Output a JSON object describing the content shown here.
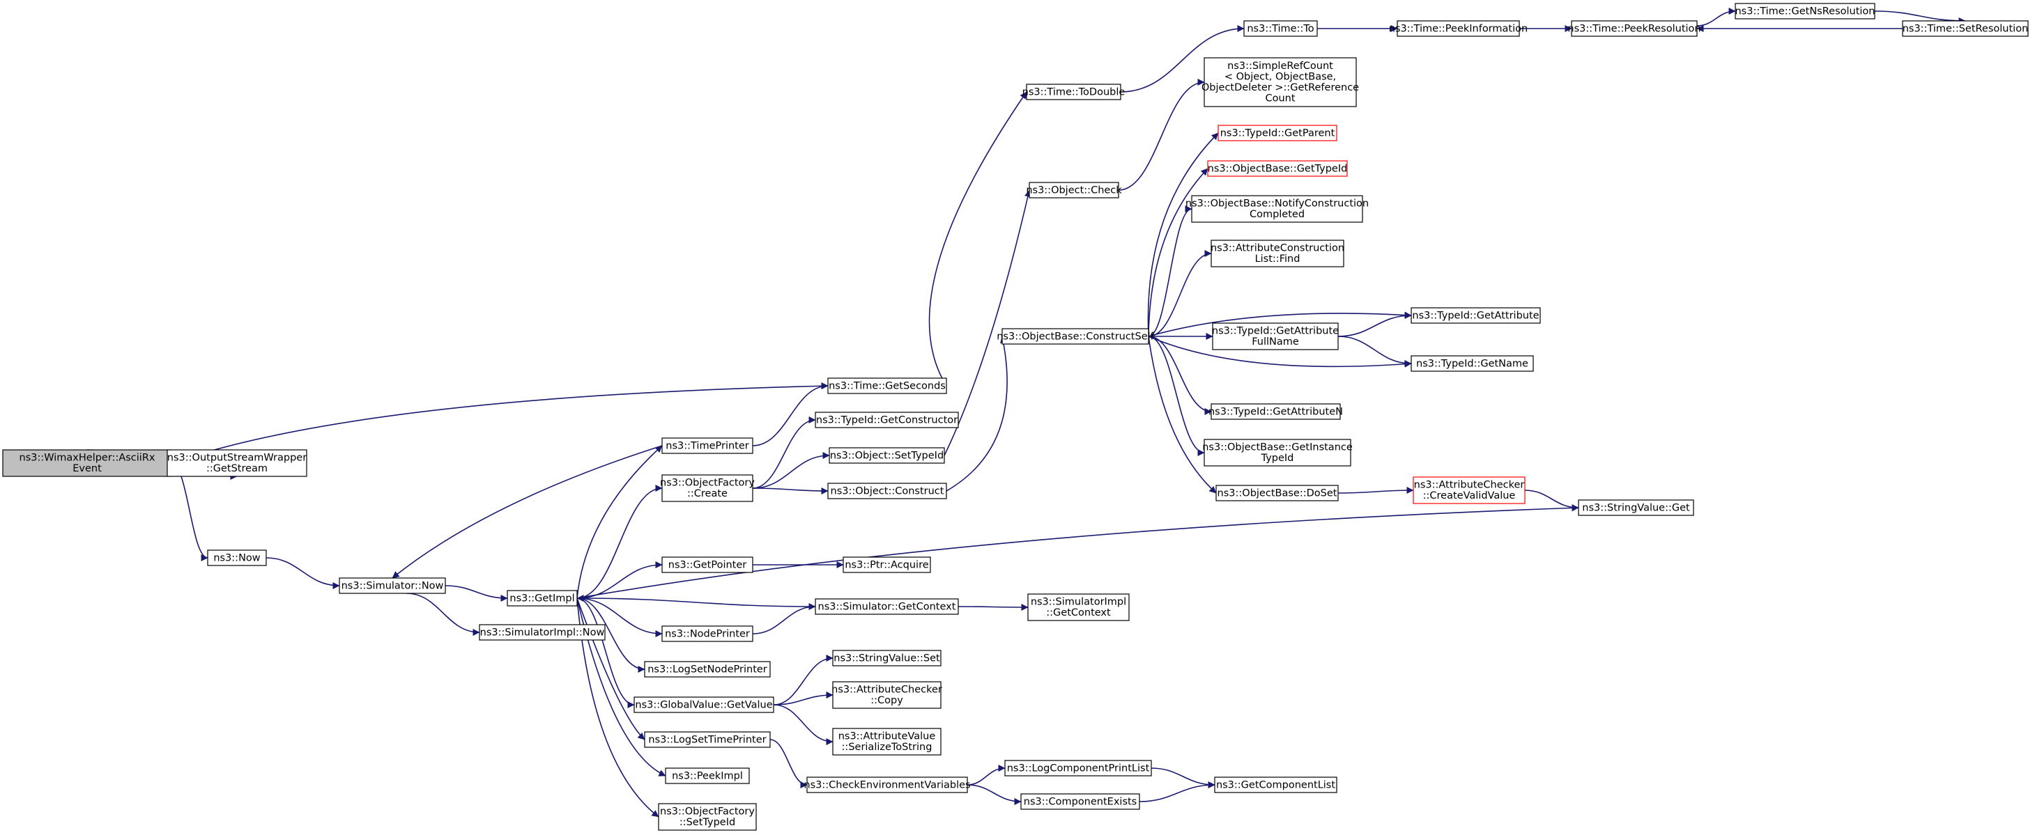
{
  "colors": {
    "edge": "#191970",
    "root_fill": "#bfbfbf",
    "highlight_border": "#ff0000"
  },
  "nodes": [
    {
      "id": "asciirx",
      "lines": [
        "ns3::WimaxHelper::AsciiRx",
        "Event"
      ],
      "root": true
    },
    {
      "id": "getstream",
      "lines": [
        "ns3::OutputStreamWrapper",
        "::GetStream"
      ]
    },
    {
      "id": "now",
      "lines": [
        "ns3::Now"
      ]
    },
    {
      "id": "simnow",
      "lines": [
        "ns3::Simulator::Now"
      ]
    },
    {
      "id": "getimpl",
      "lines": [
        "ns3::GetImpl"
      ]
    },
    {
      "id": "simimplnow",
      "lines": [
        "ns3::SimulatorImpl::Now"
      ]
    },
    {
      "id": "timeprinter",
      "lines": [
        "ns3::TimePrinter"
      ]
    },
    {
      "id": "objfactcreate",
      "lines": [
        "ns3::ObjectFactory",
        "::Create"
      ]
    },
    {
      "id": "getpointer",
      "lines": [
        "ns3::GetPointer"
      ]
    },
    {
      "id": "nodeprinter",
      "lines": [
        "ns3::NodePrinter"
      ]
    },
    {
      "id": "lognodeprinter",
      "lines": [
        "ns3::LogSetNodePrinter"
      ]
    },
    {
      "id": "gvgetvalue",
      "lines": [
        "ns3::GlobalValue::GetValue"
      ]
    },
    {
      "id": "logtimeprinter",
      "lines": [
        "ns3::LogSetTimePrinter"
      ]
    },
    {
      "id": "peekimpl",
      "lines": [
        "ns3::PeekImpl"
      ]
    },
    {
      "id": "objfactsettypeid",
      "lines": [
        "ns3::ObjectFactory",
        "::SetTypeId"
      ]
    },
    {
      "id": "getseconds",
      "lines": [
        "ns3::Time::GetSeconds"
      ]
    },
    {
      "id": "getconstructor",
      "lines": [
        "ns3::TypeId::GetConstructor"
      ]
    },
    {
      "id": "objsettypeid",
      "lines": [
        "ns3::Object::SetTypeId"
      ]
    },
    {
      "id": "objconstruct",
      "lines": [
        "ns3::Object::Construct"
      ]
    },
    {
      "id": "ptracquire",
      "lines": [
        "ns3::Ptr::Acquire"
      ]
    },
    {
      "id": "simgetcontext",
      "lines": [
        "ns3::Simulator::GetContext"
      ]
    },
    {
      "id": "svset",
      "lines": [
        "ns3::StringValue::Set"
      ]
    },
    {
      "id": "accopy",
      "lines": [
        "ns3::AttributeChecker",
        "::Copy"
      ]
    },
    {
      "id": "avserialize",
      "lines": [
        "ns3::AttributeValue",
        "::SerializeToString"
      ]
    },
    {
      "id": "checkenv",
      "lines": [
        "ns3::CheckEnvironmentVariables"
      ]
    },
    {
      "id": "todouble",
      "lines": [
        "ns3::Time::ToDouble"
      ]
    },
    {
      "id": "objcheck",
      "lines": [
        "ns3::Object::Check"
      ]
    },
    {
      "id": "constructself",
      "lines": [
        "ns3::ObjectBase::ConstructSelf"
      ]
    },
    {
      "id": "simimplgetcontext",
      "lines": [
        "ns3::SimulatorImpl",
        "::GetContext"
      ]
    },
    {
      "id": "logcompprint",
      "lines": [
        "ns3::LogComponentPrintList"
      ]
    },
    {
      "id": "compexists",
      "lines": [
        "ns3::ComponentExists"
      ]
    },
    {
      "id": "timeto",
      "lines": [
        "ns3::Time::To"
      ]
    },
    {
      "id": "refcount",
      "lines": [
        "ns3::SimpleRefCount",
        "< Object, ObjectBase,",
        "ObjectDeleter >::GetReference",
        "Count"
      ]
    },
    {
      "id": "getparent",
      "lines": [
        "ns3::TypeId::GetParent"
      ],
      "red": true
    },
    {
      "id": "obgettypeid",
      "lines": [
        "ns3::ObjectBase::GetTypeId"
      ],
      "red": true
    },
    {
      "id": "notifyconstruction",
      "lines": [
        "ns3::ObjectBase::NotifyConstruction",
        "Completed"
      ]
    },
    {
      "id": "aclfind",
      "lines": [
        "ns3::AttributeConstruction",
        "List::Find"
      ]
    },
    {
      "id": "getattrfullname",
      "lines": [
        "ns3::TypeId::GetAttribute",
        "FullName"
      ]
    },
    {
      "id": "getattributen",
      "lines": [
        "ns3::TypeId::GetAttributeN"
      ]
    },
    {
      "id": "getinstancetypeid",
      "lines": [
        "ns3::ObjectBase::GetInstance",
        "TypeId"
      ]
    },
    {
      "id": "doset",
      "lines": [
        "ns3::ObjectBase::DoSet"
      ]
    },
    {
      "id": "getcomplist",
      "lines": [
        "ns3::GetComponentList"
      ]
    },
    {
      "id": "peekinfo",
      "lines": [
        "ns3::Time::PeekInformation"
      ]
    },
    {
      "id": "getattribute",
      "lines": [
        "ns3::TypeId::GetAttribute"
      ]
    },
    {
      "id": "getname",
      "lines": [
        "ns3::TypeId::GetName"
      ]
    },
    {
      "id": "createvalidvalue",
      "lines": [
        "ns3::AttributeChecker",
        "::CreateValidValue"
      ],
      "red": true
    },
    {
      "id": "peekresolution",
      "lines": [
        "ns3::Time::PeekResolution"
      ]
    },
    {
      "id": "svget",
      "lines": [
        "ns3::StringValue::Get"
      ]
    },
    {
      "id": "getnsres",
      "lines": [
        "ns3::Time::GetNsResolution"
      ]
    },
    {
      "id": "setresolution",
      "lines": [
        "ns3::Time::SetResolution"
      ]
    }
  ],
  "edges": [
    [
      "asciirx",
      "getstream"
    ],
    [
      "asciirx",
      "now"
    ],
    [
      "asciirx",
      "getseconds"
    ],
    [
      "now",
      "simnow"
    ],
    [
      "simnow",
      "getimpl"
    ],
    [
      "simnow",
      "simimplnow"
    ],
    [
      "getimpl",
      "timeprinter"
    ],
    [
      "getimpl",
      "objfactcreate"
    ],
    [
      "getimpl",
      "getpointer"
    ],
    [
      "getimpl",
      "nodeprinter"
    ],
    [
      "getimpl",
      "lognodeprinter"
    ],
    [
      "getimpl",
      "gvgetvalue"
    ],
    [
      "getimpl",
      "logtimeprinter"
    ],
    [
      "getimpl",
      "peekimpl"
    ],
    [
      "getimpl",
      "objfactsettypeid"
    ],
    [
      "getimpl",
      "svget"
    ],
    [
      "timeprinter",
      "simnow"
    ],
    [
      "timeprinter",
      "getseconds"
    ],
    [
      "getseconds",
      "todouble"
    ],
    [
      "todouble",
      "timeto"
    ],
    [
      "timeto",
      "peekinfo"
    ],
    [
      "peekinfo",
      "peekresolution"
    ],
    [
      "peekresolution",
      "getnsres"
    ],
    [
      "getnsres",
      "setresolution"
    ],
    [
      "setresolution",
      "peekresolution"
    ],
    [
      "objfactcreate",
      "getconstructor"
    ],
    [
      "objfactcreate",
      "objsettypeid"
    ],
    [
      "objfactcreate",
      "objconstruct"
    ],
    [
      "objsettypeid",
      "objcheck"
    ],
    [
      "objcheck",
      "refcount"
    ],
    [
      "objconstruct",
      "constructself"
    ],
    [
      "constructself",
      "getparent"
    ],
    [
      "constructself",
      "obgettypeid"
    ],
    [
      "constructself",
      "notifyconstruction"
    ],
    [
      "constructself",
      "aclfind"
    ],
    [
      "constructself",
      "getattribute"
    ],
    [
      "constructself",
      "getattrfullname"
    ],
    [
      "constructself",
      "getname"
    ],
    [
      "constructself",
      "getattributen"
    ],
    [
      "constructself",
      "getinstancetypeid"
    ],
    [
      "constructself",
      "doset"
    ],
    [
      "getattrfullname",
      "getattribute"
    ],
    [
      "getattrfullname",
      "getname"
    ],
    [
      "doset",
      "createvalidvalue"
    ],
    [
      "createvalidvalue",
      "svget"
    ],
    [
      "getpointer",
      "ptracquire"
    ],
    [
      "simgetcontext",
      "getimpl"
    ],
    [
      "simgetcontext",
      "simimplgetcontext"
    ],
    [
      "nodeprinter",
      "simgetcontext"
    ],
    [
      "gvgetvalue",
      "svset"
    ],
    [
      "gvgetvalue",
      "accopy"
    ],
    [
      "gvgetvalue",
      "avserialize"
    ],
    [
      "logtimeprinter",
      "checkenv"
    ],
    [
      "checkenv",
      "logcompprint"
    ],
    [
      "checkenv",
      "compexists"
    ],
    [
      "logcompprint",
      "getcomplist"
    ],
    [
      "compexists",
      "getcomplist"
    ]
  ]
}
